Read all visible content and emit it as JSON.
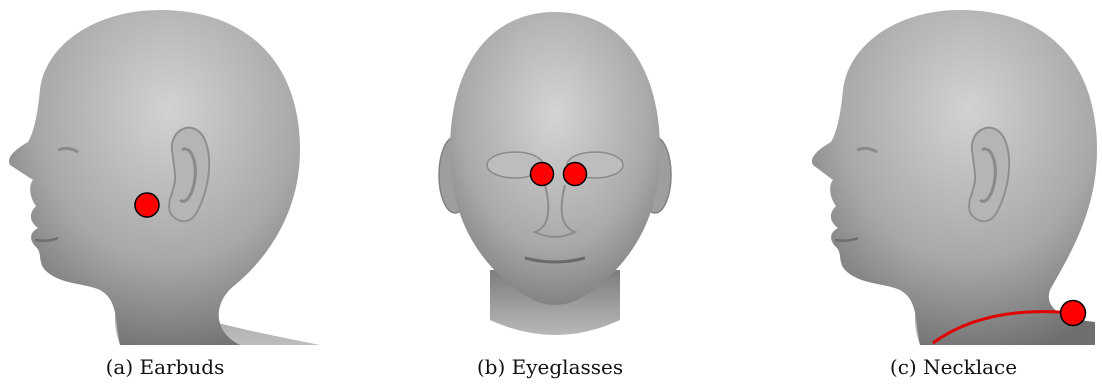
{
  "captions": {
    "a": "(a) Earbuds",
    "b": "(b) Eyeglasses",
    "c": "(c) Necklace"
  },
  "colors": {
    "marker_fill": "#ff0000",
    "marker_stroke": "#000000",
    "wire": "#e00000",
    "head_light": "#c8c8c8",
    "head_dark": "#7a7a7a"
  }
}
